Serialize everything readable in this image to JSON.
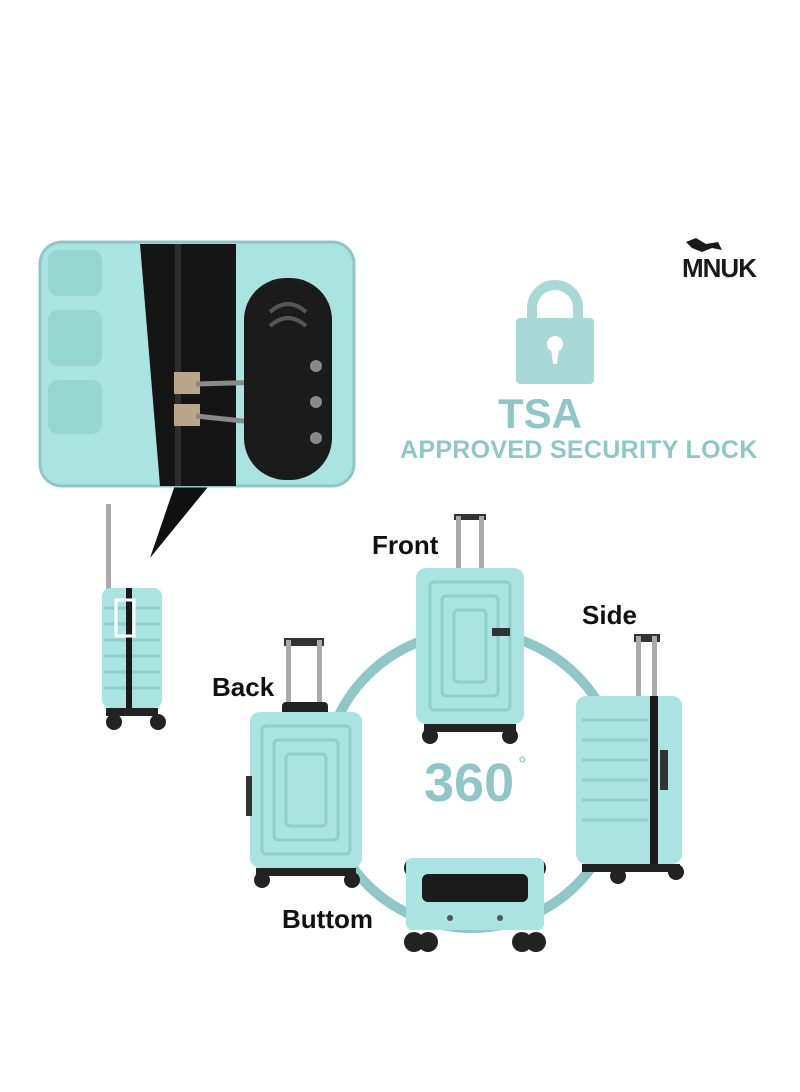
{
  "brand": {
    "logo_text": "MNUK"
  },
  "lock_section": {
    "title": "TSA",
    "subtitle": "APPROVED SECURITY LOCK"
  },
  "views": {
    "front": "Front",
    "side": "Side",
    "back": "Back",
    "bottom": "Buttom"
  },
  "rotation": {
    "degrees": "360",
    "degree_symbol": "°"
  },
  "colors": {
    "accent": "#8fc7c6",
    "suitcase": "#a9e4e0",
    "dark": "#1b1b1b"
  },
  "icons": [
    "padlock-icon",
    "brand-logo-icon"
  ]
}
